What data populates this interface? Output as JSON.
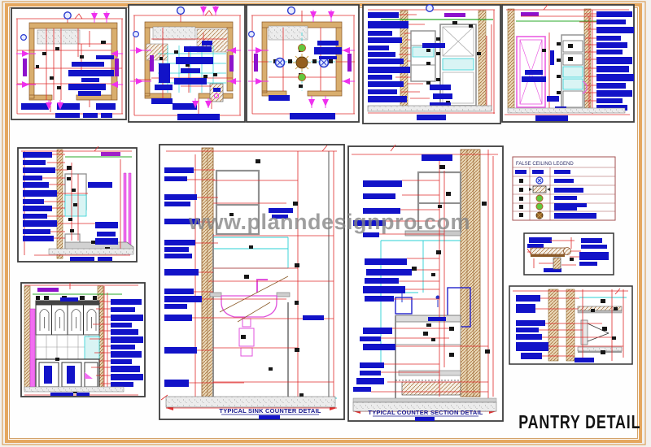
{
  "sheet": {
    "title": "PANTRY DETAIL",
    "watermark": "www.planndesignpro.com"
  },
  "titles": {
    "sink_detail": "TYPICAL SINK COUNTER DETAIL",
    "counter_section_detail": "TYPICAL COUNTER SECTION DETAIL"
  },
  "legend": {
    "title": "FALSE CEILING LEGEND",
    "row_symbols": [
      "ceiling-fan-icon",
      "vent-grille-icon",
      "green-light-icon",
      "green-light-icon",
      "brown-fan-icon"
    ]
  },
  "colors": {
    "label_blue": "#1213c8",
    "dimension_red": "#e02c2c",
    "magenta": "#ee30ee",
    "cyan": "#2bd0d4",
    "wall_tan": "#d9ae6e",
    "green": "#28a828",
    "purple": "#8d12cc",
    "frame_orange": "#e5a75f"
  }
}
